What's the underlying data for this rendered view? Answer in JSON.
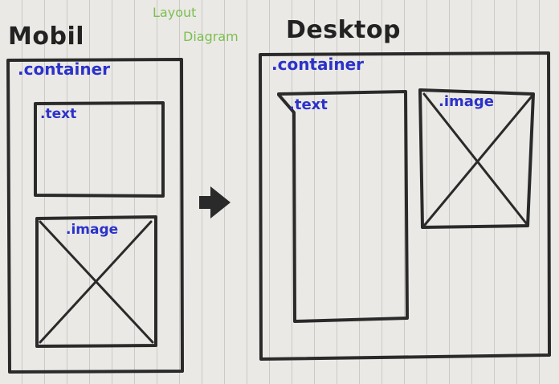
{
  "diagram": {
    "title_line_1": "Layout",
    "title_line_2": "Diagram",
    "mobile": {
      "heading": "Mobil",
      "container_label": ".container",
      "text_label": ".text",
      "image_label": ".image"
    },
    "desktop": {
      "heading": "Desktop",
      "container_label": ".container",
      "text_label": ".text",
      "image_label": ".image"
    }
  },
  "colors": {
    "paper": "#ebe9e6",
    "ink": "#2a2a2a",
    "label_blue": "#2b32c9",
    "title_green": "#7bbf4f"
  }
}
